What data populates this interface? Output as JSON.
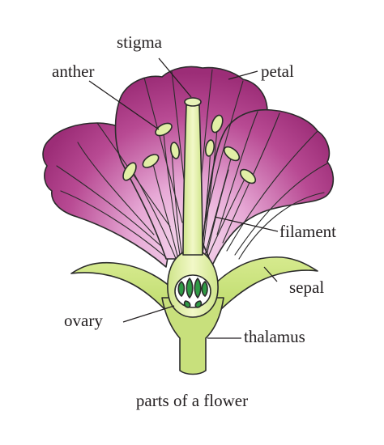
{
  "labels": {
    "stigma": "stigma",
    "anther": "anther",
    "petal": "petal",
    "filament": "filament",
    "sepal": "sepal",
    "ovary": "ovary",
    "thalamus": "thalamus"
  },
  "caption": "parts of a flower",
  "colors": {
    "petal_dark": "#a8337f",
    "petal_light": "#f3d3ea",
    "green_light": "#e8f2b0",
    "green_mid": "#c2df72",
    "green_dark": "#2f9a45"
  }
}
